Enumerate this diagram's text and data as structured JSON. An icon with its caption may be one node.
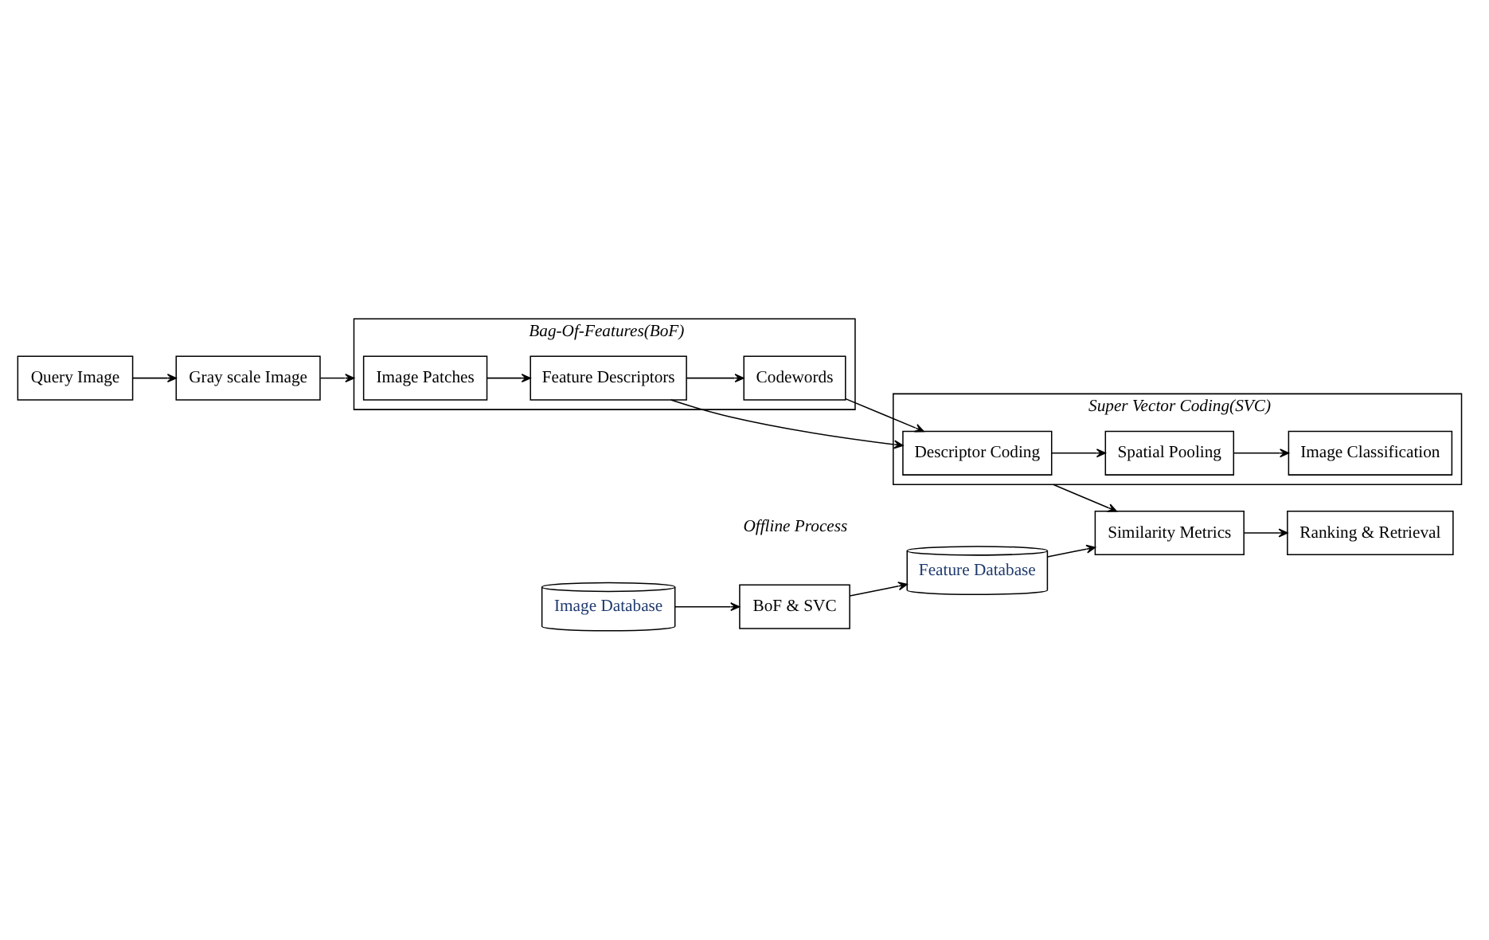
{
  "diagram": {
    "nodes": [
      {
        "text": [
          "Query Image"
        ]
      },
      {
        "text": [
          "Gray scale Image"
        ]
      },
      {
        "text": [
          "Bag-Of-Features(BoF)"
        ]
      },
      {
        "text": [
          "Image Patches"
        ],
        "in": 2
      },
      {
        "text": [
          "Feature Descriptors"
        ],
        "in": 2
      },
      {
        "text": [
          "Codewords"
        ],
        "in": 2
      },
      {
        "text": [
          "Super Vector Coding(SVC)"
        ]
      },
      {
        "text": [
          "Descriptor Coding"
        ],
        "in": 6
      },
      {
        "text": [
          "Spatial Pooling"
        ],
        "in": 6
      },
      {
        "text": [
          "Image Classification"
        ],
        "in": 6
      },
      {
        "text": [
          "Ranking & Retrieval"
        ]
      },
      {
        "text": [
          "Similarity Metrics"
        ]
      },
      {
        "text": [
          "Feature Database"
        ]
      },
      {
        "text": [
          "BoF & SVC"
        ]
      },
      {
        "text": [
          "Image Database"
        ]
      }
    ],
    "edges": [
      {
        "from": 0,
        "to": 1,
        "arrow": "to"
      },
      {
        "from": 1,
        "to": 2,
        "arrow": "to"
      },
      {
        "from": 3,
        "to": 4,
        "arrow": "to"
      },
      {
        "from": 4,
        "to": 5,
        "arrow": "to"
      },
      {
        "from": 4,
        "to": 7,
        "arrow": "to"
      },
      {
        "from": 5,
        "to": 7,
        "arrow": "to"
      },
      {
        "from": 7,
        "to": 8,
        "arrow": "to"
      },
      {
        "from": 8,
        "to": 9,
        "arrow": "to"
      },
      {
        "from": 6,
        "to": 11,
        "arrow": "to"
      },
      {
        "from": 11,
        "to": 10,
        "arrow": "to"
      },
      {
        "from": 14,
        "to": 13,
        "arrow": "to"
      },
      {
        "from": 13,
        "to": 12,
        "arrow": "to"
      },
      {
        "from": 12,
        "to": 11,
        "arrow": "to"
      }
    ],
    "labels": [
      "Offline Process"
    ]
  }
}
